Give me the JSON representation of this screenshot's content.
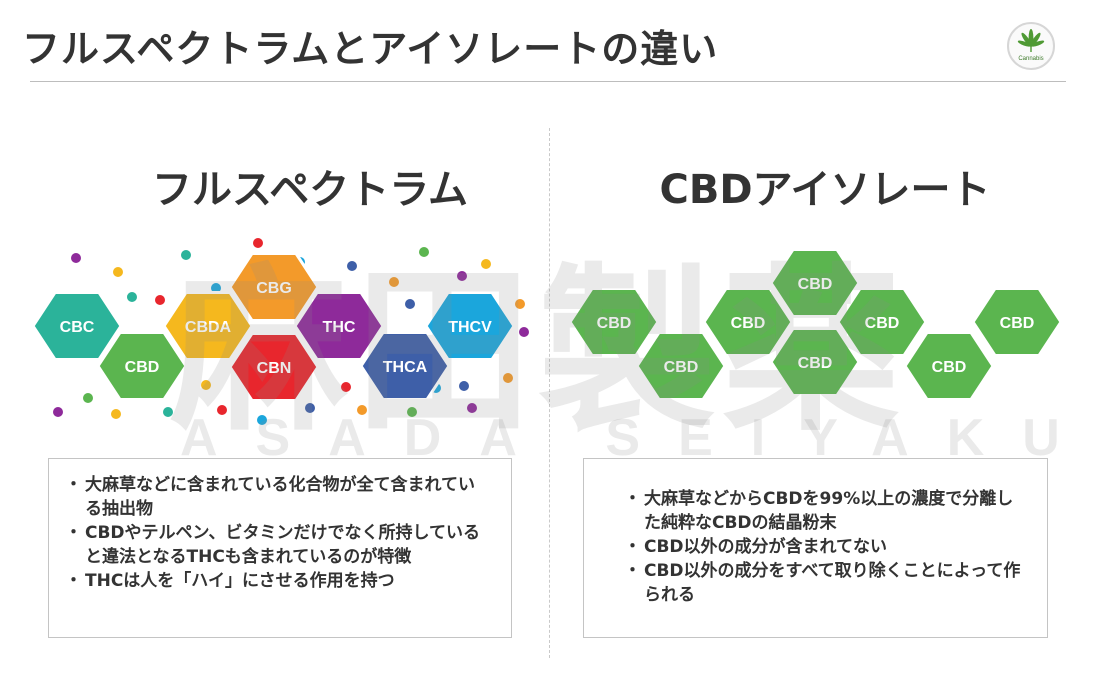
{
  "page": {
    "title": "フルスペクトラムとアイソレートの違い",
    "logo_text": "Cannabis"
  },
  "watermark": {
    "kanji": "麻田製薬",
    "romaji": "ASADA SEIYAKU"
  },
  "left": {
    "title": "フルスペクトラム",
    "bullets": [
      "大麻草などに含まれている化合物が全て含まれている抽出物",
      "CBDやテルペン、ビタミンだけでなく所持していると違法となるTHCも含まれているのが特徴",
      "THCは人を「ハイ」にさせる作用を持つ"
    ]
  },
  "right": {
    "title": "CBDアイソレート",
    "bullets": [
      "大麻草などからCBDを99%以上の濃度で分離した純粋なCBDの結晶粉末",
      "CBD以外の成分が含まれてない",
      "CBD以外の成分をすべて取り除くことによって作られる"
    ]
  },
  "diagram": {
    "left_hexagons": [
      {
        "label": "CBC",
        "color": "#2bb39a"
      },
      {
        "label": "CBD",
        "color": "#5bb54f"
      },
      {
        "label": "CBDA",
        "color": "#f5b81e"
      },
      {
        "label": "CBG",
        "color": "#f39a2a"
      },
      {
        "label": "CBN",
        "color": "#e8262d"
      },
      {
        "label": "THC",
        "color": "#8e2a9a"
      },
      {
        "label": "THCA",
        "color": "#3e5fa8"
      },
      {
        "label": "THCV",
        "color": "#1ba6dc"
      }
    ],
    "right_hexagons": [
      {
        "label": "CBD",
        "color": "#5bb54f"
      },
      {
        "label": "CBD",
        "color": "#5bb54f"
      },
      {
        "label": "CBD",
        "color": "#5bb54f"
      },
      {
        "label": "CBD",
        "color": "#5bb54f"
      },
      {
        "label": "CBD",
        "color": "#5bb54f"
      },
      {
        "label": "CBD",
        "color": "#5bb54f"
      },
      {
        "label": "CBD",
        "color": "#5bb54f"
      },
      {
        "label": "CBD",
        "color": "#5bb54f"
      }
    ],
    "dot_colors": [
      "#8e2a9a",
      "#f5b81e",
      "#2bb39a",
      "#e8262d",
      "#1ba6dc",
      "#3e5fa8",
      "#f39a2a",
      "#5bb54f"
    ]
  }
}
